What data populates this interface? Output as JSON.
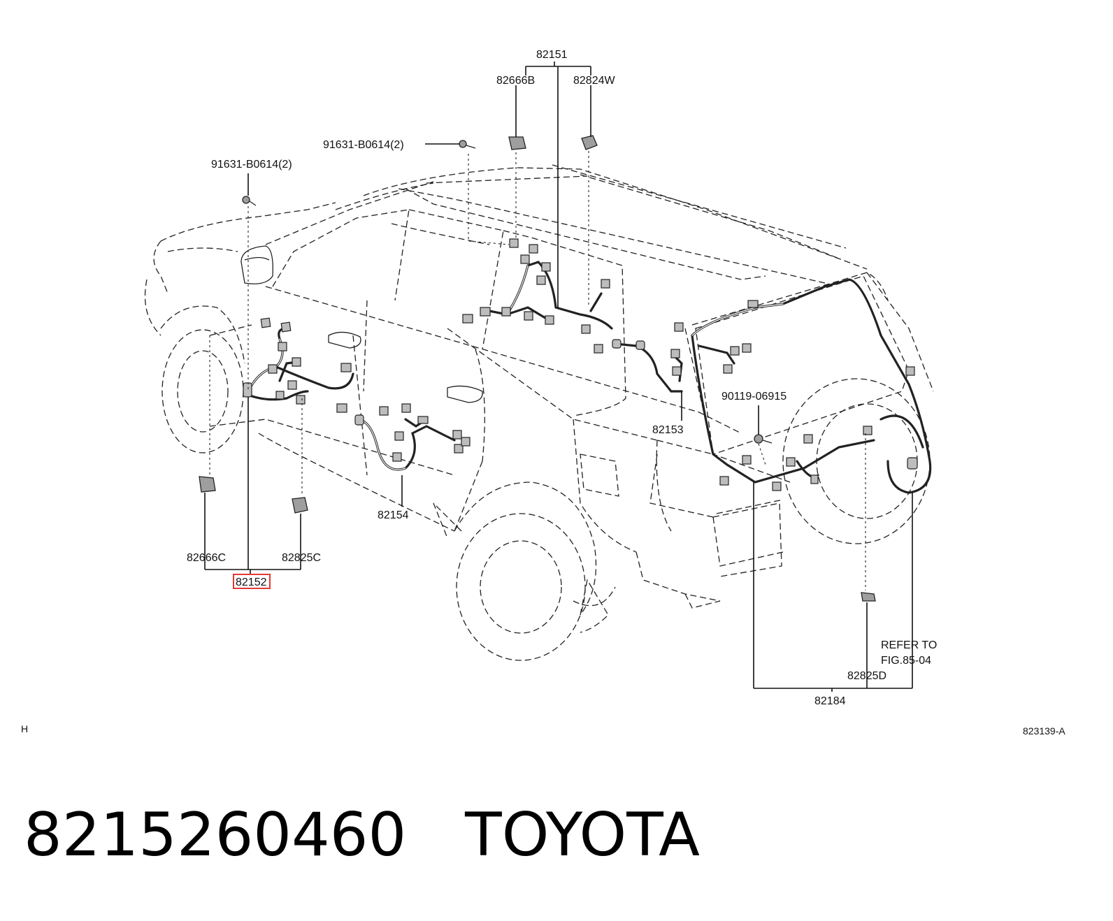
{
  "diagram": {
    "labels": {
      "l82151": "82151",
      "l82666B": "82666B",
      "l82824W": "82824W",
      "l91631_top": "91631-B0614(2)",
      "l91631_left": "91631-B0614(2)",
      "l90119": "90119-06915",
      "l82153": "82153",
      "l82154": "82154",
      "l82666C": "82666C",
      "l82825C": "82825C",
      "l82152": "82152",
      "l82825D": "82825D",
      "l82184": "82184",
      "refer1": "REFER TO",
      "refer2": "FIG.85-04",
      "corner_left": "H",
      "corner_right": "823139-A"
    },
    "highlight_color": "#e53935"
  },
  "footer": {
    "part_number": "8215260460",
    "brand": "TOYOTA"
  }
}
